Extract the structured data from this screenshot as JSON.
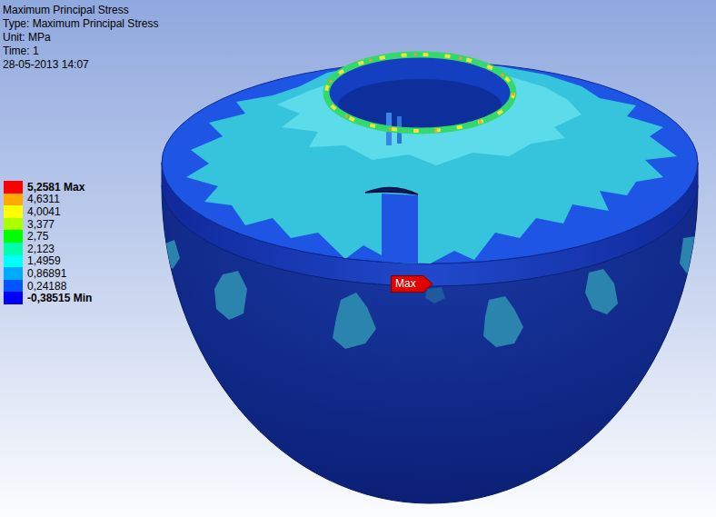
{
  "diagram": {
    "title": "Maximum Principal Stress",
    "nodes": [
      {
        "text": [
          "Max"
        ]
      }
    ],
    "labels": [
      "Type: Maximum Principal Stress",
      "Unit: MPa",
      "Time: 1",
      "28-05-2013 14:07"
    ],
    "legend": [
      {
        "text": "5,2581 Max",
        "color": "#ff0000"
      },
      {
        "text": "4,6311",
        "color": "#ffaa00"
      },
      {
        "text": "4,0041",
        "color": "#ffff00"
      },
      {
        "text": "3,377",
        "color": "#aaff00"
      },
      {
        "text": "2,75",
        "color": "#00ff00"
      },
      {
        "text": "2,123",
        "color": "#00ffaa"
      },
      {
        "text": "1,4959",
        "color": "#00ffff"
      },
      {
        "text": "0,86891",
        "color": "#00aaff"
      },
      {
        "text": "0,24188",
        "color": "#0055ff"
      },
      {
        "text": "-0,38515 Min",
        "color": "#0000ff"
      }
    ]
  }
}
